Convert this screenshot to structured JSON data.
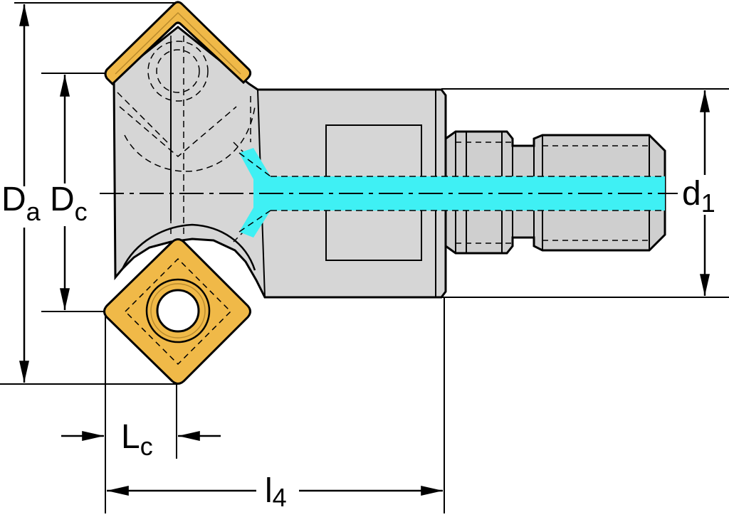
{
  "labels": {
    "da_main": "D",
    "da_sub": "a",
    "dc_main": "D",
    "dc_sub": "c",
    "d1_main": "d",
    "d1_sub": "1",
    "lc_main": "L",
    "lc_sub": "c",
    "l4_main": "l",
    "l4_sub": "4"
  },
  "colors": {
    "body": "#d6d6d6",
    "body_dark": "#c4c4c4",
    "insert": "#f0b948",
    "insert_edge": "#b98a2c",
    "coolant": "#3ff0f4",
    "line": "#000000"
  }
}
